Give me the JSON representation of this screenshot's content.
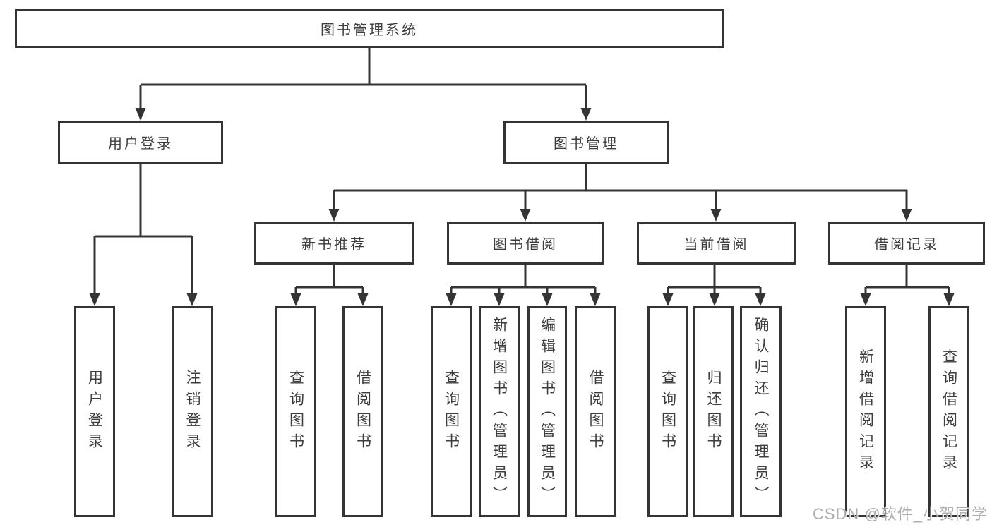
{
  "page": {
    "background": "#ffffff",
    "line_color": "#343434",
    "watermark": "CSDN @软件_小贺同学"
  },
  "tree": {
    "label": "图书管理系统",
    "children": [
      {
        "label": "用户登录",
        "children": [
          {
            "label": "用户登录"
          },
          {
            "label": "注销登录"
          }
        ]
      },
      {
        "label": "图书管理",
        "children": [
          {
            "label": "新书推荐",
            "children": [
              {
                "label": "查询图书"
              },
              {
                "label": "借阅图书"
              }
            ]
          },
          {
            "label": "图书借阅",
            "children": [
              {
                "label": "查询图书"
              },
              {
                "label": "新增图书（管理员）"
              },
              {
                "label": "编辑图书（管理员）"
              },
              {
                "label": "借阅图书"
              }
            ]
          },
          {
            "label": "当前借阅",
            "children": [
              {
                "label": "查询图书"
              },
              {
                "label": "归还图书"
              },
              {
                "label": "确认归还（管理员）"
              }
            ]
          },
          {
            "label": "借阅记录",
            "children": [
              {
                "label": "新增借阅记录"
              },
              {
                "label": "查询借阅记录"
              }
            ]
          }
        ]
      }
    ]
  }
}
